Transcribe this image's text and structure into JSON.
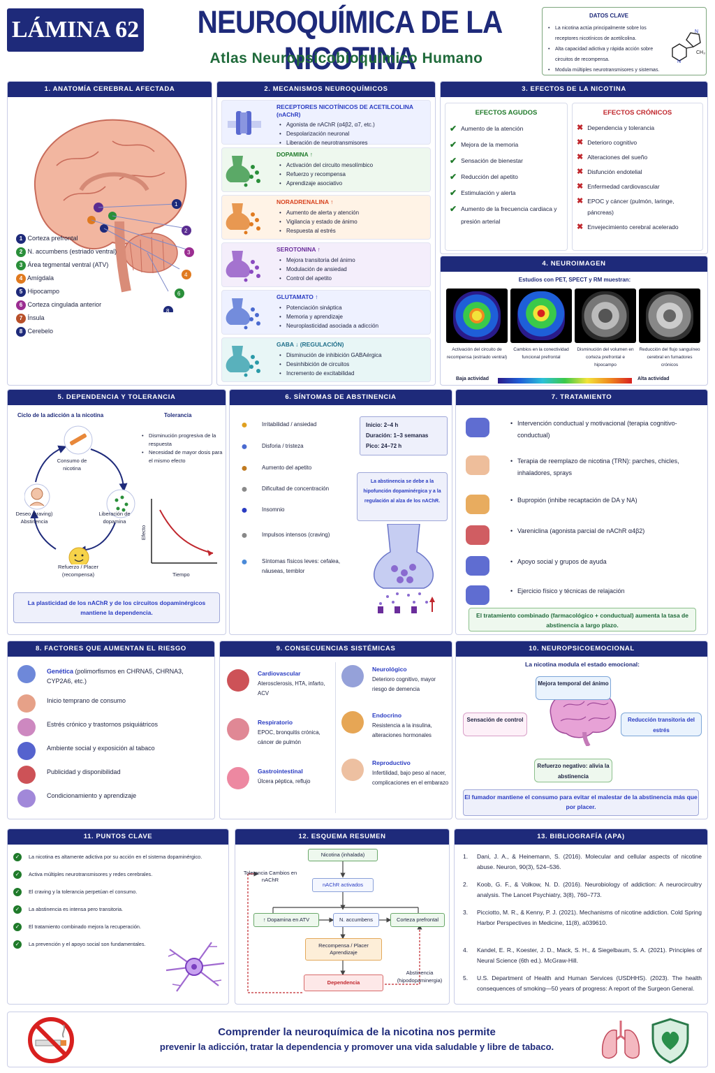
{
  "header": {
    "lamina": "LÁMINA 62",
    "title": "NEUROQUÍMICA DE LA NICOTINA",
    "subtitle": "Atlas Neuropsicobioquímico Humano"
  },
  "datos": {
    "title": "DATOS CLAVE",
    "items": [
      "La nicotina actúa principalmente sobre los receptores nicotínicos de acetilcolina.",
      "Alta capacidad adictiva y rápida acción sobre circuitos de recompensa.",
      "Modula múltiples neurotransmisores y sistemas."
    ],
    "ch3": "CH₃",
    "n": "N"
  },
  "s1": {
    "title": "1. ANATOMÍA CEREBRAL AFECTADA",
    "items": [
      {
        "n": "1",
        "label": "Corteza prefrontal",
        "color": "#1e2a7a"
      },
      {
        "n": "2",
        "label": "N. accumbens (estriado ventral)",
        "color": "#5a2d91"
      },
      {
        "n": "3",
        "label": "Área tegmental ventral (ATV)",
        "color": "#2a8f3a"
      },
      {
        "n": "4",
        "label": "Amígdala",
        "color": "#e07a1f"
      },
      {
        "n": "5",
        "label": "Hipocampo",
        "color": "#1e2a7a"
      },
      {
        "n": "6",
        "label": "Corteza cingulada anterior",
        "color": "#9b2d91"
      },
      {
        "n": "7",
        "label": "Ínsula",
        "color": "#b8502a"
      },
      {
        "n": "8",
        "label": "Cerebelo",
        "color": "#1e2a7a"
      }
    ]
  },
  "s2": {
    "title": "2. MECANISMOS NEUROQUÍMICOS",
    "rows": [
      {
        "name": "RECEPTORES NICOTÍNICOS DE ACETILCOLINA (nAChR)",
        "arrow": "",
        "items": [
          "Agonista de nAChR (α4β2, α7, etc.)",
          "Despolarización neuronal",
          "Liberación de neurotransmisores"
        ],
        "bg": "#eef1ff",
        "tc": "#2a3cc2"
      },
      {
        "name": "DOPAMINA",
        "arrow": "↑",
        "items": [
          "Activación del circuito mesolímbico",
          "Refuerzo y recompensa",
          "Aprendizaje asociativo"
        ],
        "bg": "#eef8ee",
        "tc": "#1f7a2a"
      },
      {
        "name": "NORADRENALINA",
        "arrow": "↑",
        "items": [
          "Aumento de alerta y atención",
          "Vigilancia y estado de ánimo",
          "Respuesta al estrés"
        ],
        "bg": "#fff3e6",
        "tc": "#d8431f"
      },
      {
        "name": "SEROTONINA",
        "arrow": "↑",
        "items": [
          "Mejora transitoria del ánimo",
          "Modulación de ansiedad",
          "Control del apetito"
        ],
        "bg": "#f4eefb",
        "tc": "#6a2d9b"
      },
      {
        "name": "GLUTAMATO",
        "arrow": "↑",
        "items": [
          "Potenciación sináptica",
          "Memoria y aprendizaje",
          "Neuroplasticidad asociada a adicción"
        ],
        "bg": "#eef1ff",
        "tc": "#2a3cc2"
      },
      {
        "name": "GABA",
        "arrow": "↓ (REGULACIÓN)",
        "items": [
          "Disminución de inhibición GABAérgica",
          "Desinhibición de circuitos",
          "Incremento de excitabilidad"
        ],
        "bg": "#e8f6f6",
        "tc": "#1f6f8a"
      }
    ]
  },
  "s3": {
    "title": "3. EFECTOS DE LA NICOTINA",
    "agudos_title": "EFECTOS AGUDOS",
    "agudos": [
      "Aumento de la atención",
      "Mejora de la memoria",
      "Sensación de bienestar",
      "Reducción del apetito",
      "Estimulación y alerta",
      "Aumento de la frecuencia cardiaca y presión arterial"
    ],
    "cronicos_title": "EFECTOS CRÓNICOS",
    "cronicos": [
      "Dependencia y tolerancia",
      "Deterioro cognitivo",
      "Alteraciones del sueño",
      "Disfunción endotelial",
      "Enfermedad cardiovascular",
      "EPOC y cáncer (pulmón, laringe, páncreas)",
      "Envejecimiento cerebral acelerado"
    ]
  },
  "s4": {
    "title": "4. NEUROIMAGEN",
    "intro": "Estudios con PET, SPECT y RM muestran:",
    "captions": [
      "Activación del circuito de recompensa (estriado ventral)",
      "Cambios en la conectividad funcional prefrontal",
      "Disminución del volumen en corteza prefrontal e hipocampo",
      "Reducción del flujo sanguíneo cerebral en fumadores crónicos"
    ],
    "low": "Baja actividad",
    "high": "Alta actividad"
  },
  "s5": {
    "title": "5. DEPENDENCIA Y TOLERANCIA",
    "cycle_title": "Ciclo de la adicción a la nicotina",
    "cycle": [
      "Consumo de nicotina",
      "Liberación de dopamina",
      "Refuerzo / Placer (recompensa)",
      "Deseo (craving) Abstinencia"
    ],
    "tol_title": "Tolerancia",
    "tol_items": [
      "Disminución progresiva de la respuesta",
      "Necesidad de mayor dosis para el mismo efecto"
    ],
    "y": "Efecto",
    "x": "Tiempo",
    "note": "La plasticidad de los nAChR y de los circuitos dopaminérgicos mantiene la dependencia."
  },
  "s6": {
    "title": "6. SÍNTOMAS DE ABSTINENCIA",
    "items": [
      "Irritabilidad / ansiedad",
      "Disforia / tristeza",
      "Aumento del apetito",
      "Dificultad de concentración",
      "Insomnio",
      "Impulsos intensos (craving)",
      "Síntomas físicos leves: cefalea, náuseas, temblor"
    ],
    "timing": [
      "Inicio: 2–4 h",
      "Duración: 1–3 semanas",
      "Pico: 24–72 h"
    ],
    "note": "La abstinencia se debe a la hipofunción dopaminérgica y a la regulación al alza de los nAChR."
  },
  "s7": {
    "title": "7. TRATAMIENTO",
    "items": [
      "Intervención conductual y motivacional (terapia cognitivo-conductual)",
      "Terapia de reemplazo de nicotina (TRN): parches, chicles, inhaladores, sprays",
      "Bupropión (inhibe recaptación de DA y NA)",
      "Vareniclina (agonista parcial de nAChR α4β2)",
      "Apoyo social y grupos de ayuda",
      "Ejercicio físico y técnicas de relajación"
    ],
    "note": "El tratamiento combinado (farmacológico + conductual) aumenta la tasa de abstinencia a largo plazo."
  },
  "s8": {
    "title": "8. FACTORES QUE AUMENTAN EL RIESGO",
    "items": [
      {
        "b": "Genética",
        "t": "(polimorfismos en CHRNA5, CHRNA3, CYP2A6, etc.)"
      },
      {
        "b": "",
        "t": "Inicio temprano de consumo"
      },
      {
        "b": "",
        "t": "Estrés crónico y trastornos psiquiátricos"
      },
      {
        "b": "",
        "t": "Ambiente social y exposición al tabaco"
      },
      {
        "b": "",
        "t": "Publicidad y disponibilidad"
      },
      {
        "b": "",
        "t": "Condicionamiento y aprendizaje"
      }
    ]
  },
  "s9": {
    "title": "9. CONSECUENCIAS SISTÉMICAS",
    "items": [
      {
        "h": "Cardiovascular",
        "t": "Aterosclerosis, HTA, infarto, ACV"
      },
      {
        "h": "Neurológico",
        "t": "Deterioro cognitivo, mayor riesgo de demencia"
      },
      {
        "h": "Respiratorio",
        "t": "EPOC, bronquitis crónica, cáncer de pulmón"
      },
      {
        "h": "Endocrino",
        "t": "Resistencia a la insulina, alteraciones hormonales"
      },
      {
        "h": "Gastrointestinal",
        "t": "Úlcera péptica, reflujo"
      },
      {
        "h": "Reproductivo",
        "t": "Infertilidad, bajo peso al nacer, complicaciones en el embarazo"
      }
    ]
  },
  "s10": {
    "title": "10. NEUROPSICOEMOCIONAL",
    "intro": "La nicotina modula el estado emocional:",
    "nodes": [
      "Mejora temporal del ánimo",
      "Sensación de control",
      "Reducción transitoria del estrés",
      "Refuerzo negativo: alivia la abstinencia"
    ],
    "note": "El fumador mantiene el consumo para evitar el malestar de la abstinencia más que por placer."
  },
  "s11": {
    "title": "11. PUNTOS CLAVE",
    "items": [
      "La nicotina es altamente adictiva por su acción en el sistema dopaminérgico.",
      "Activa múltiples neurotransmisores y redes cerebrales.",
      "El craving y la tolerancia perpetúan el consumo.",
      "La abstinencia es intensa pero transitoria.",
      "El tratamiento combinado mejora la recuperación.",
      "La prevención y el apoyo social son fundamentales."
    ]
  },
  "s12": {
    "title": "12. ESQUEMA RESUMEN",
    "nodes": {
      "nic": "Nicotina (inhalada)",
      "nachr": "nAChR activados",
      "tol": "Tolerancia Cambios en nAChR",
      "dopa": "↑ Dopamina en ATV",
      "acc": "N. accumbens",
      "ctx": "Corteza prefrontal",
      "rec": "Recompensa / Placer Aprendizaje",
      "dep": "Dependencia",
      "abs": "Abstinencia (hipodopaminergia)"
    }
  },
  "s13": {
    "title": "13. BIBLIOGRAFÍA (APA)",
    "refs": [
      "Dani, J. A., & Heinemann, S. (2016). Molecular and cellular aspects of nicotine abuse. Neuron, 90(3), 524–536.",
      "Koob, G. F., & Volkow, N. D. (2016). Neurobiology of addiction: A neurocircuitry analysis. The Lancet Psychiatry, 3(8), 760–773.",
      "Picciotto, M. R., & Kenny, P. J. (2021). Mechanisms of nicotine addiction. Cold Spring Harbor Perspectives in Medicine, 11(8), a039610.",
      "Kandel, E. R., Koester, J. D., Mack, S. H., & Siegelbaum, S. A. (2021). Principles of Neural Science (6th ed.). McGraw-Hill.",
      "U.S. Department of Health and Human Services (USDHHS). (2023). The health consequences of smoking—50 years of progress: A report of the Surgeon General."
    ]
  },
  "footer": {
    "line1": "Comprender la neuroquímica de la nicotina nos permite",
    "line2": "prevenir la adicción, tratar la dependencia y promover una vida saludable y libre de tabaco."
  }
}
